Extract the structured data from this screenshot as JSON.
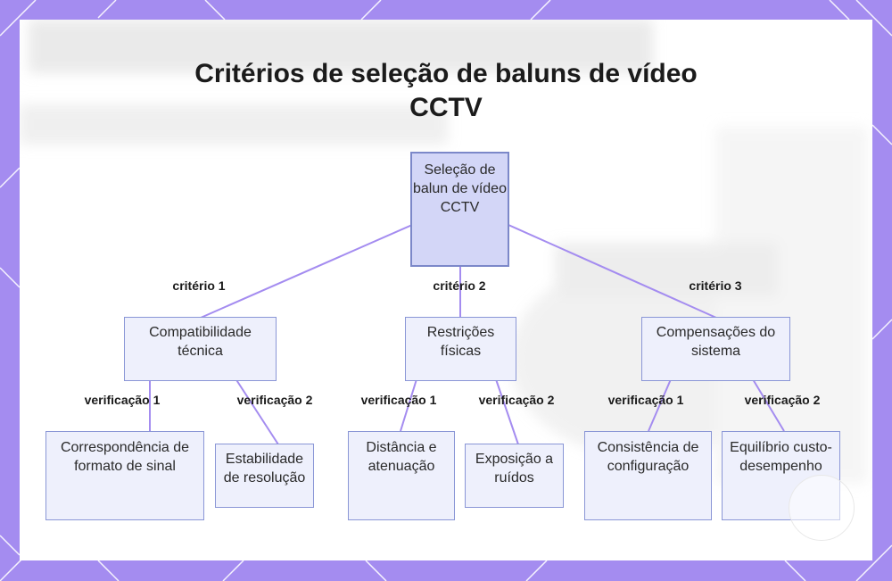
{
  "title": "Critérios de seleção de baluns de vídeo CCTV",
  "root": {
    "label": "Seleção de balun de vídeo CCTV"
  },
  "criteria": [
    {
      "edge_label": "critério 1",
      "label": "Compatibilidade técnica",
      "children": [
        {
          "edge_label": "verificação 1",
          "label": "Correspondência de formato de sinal"
        },
        {
          "edge_label": "verificação 2",
          "label": "Estabilidade de resolução"
        }
      ]
    },
    {
      "edge_label": "critério 2",
      "label": "Restrições físicas",
      "children": [
        {
          "edge_label": "verificação 1",
          "label": "Distância e atenuação"
        },
        {
          "edge_label": "verificação 2",
          "label": "Exposição a ruídos"
        }
      ]
    },
    {
      "edge_label": "critério 3",
      "label": "Compensações do sistema",
      "children": [
        {
          "edge_label": "verificação 1",
          "label": "Consistência de configuração"
        },
        {
          "edge_label": "verificação 2",
          "label": "Equilíbrio custo-desempenho"
        }
      ]
    }
  ],
  "colors": {
    "frame": "#a48cf0",
    "node_fill": "#eef0fc",
    "root_fill": "#d3d6f7",
    "node_border": "#8a96d6",
    "connector": "#a48cf0"
  }
}
